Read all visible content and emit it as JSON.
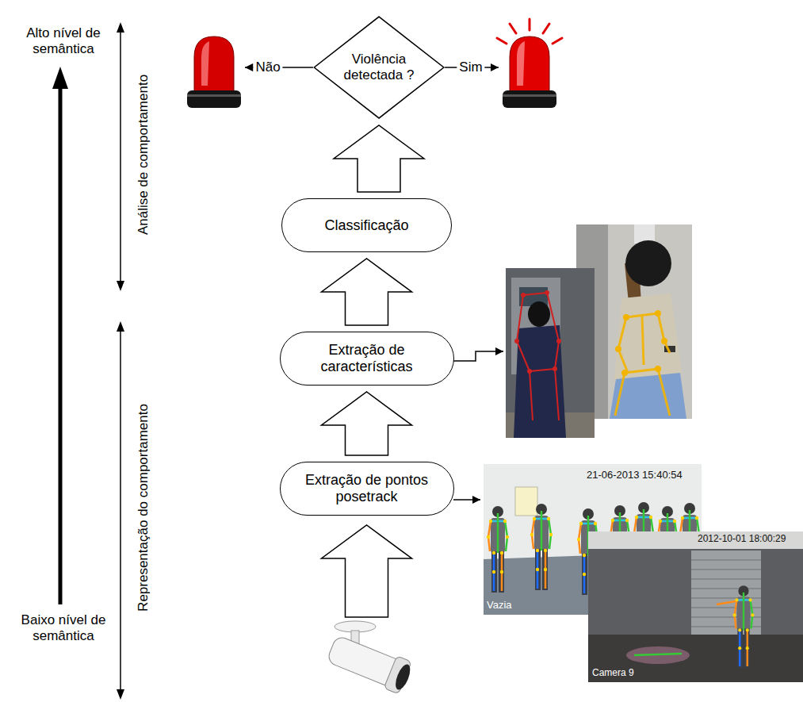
{
  "diagram": {
    "nodes": [
      {
        "text": [
          "Violência detectada ?"
        ]
      },
      {
        "text": [
          "Classificação"
        ]
      },
      {
        "text": [
          "Extração de características"
        ]
      },
      {
        "text": [
          "Extração de pontos posetrack"
        ]
      }
    ],
    "edges": [
      {
        "from": 3,
        "to": 2,
        "arrow": "to"
      },
      {
        "from": 2,
        "to": 1,
        "arrow": "to"
      },
      {
        "from": 1,
        "to": 0,
        "arrow": "to"
      }
    ],
    "labels": [
      "Alto nível de semântica",
      "Baixo nível de semântica",
      "Análise de comportamento",
      "Representação do comportamento",
      "Não",
      "Sim",
      "21-06-2013 15:40:54",
      "Vazia",
      "2012-10-01 18:00:29",
      "Camera 9"
    ]
  }
}
